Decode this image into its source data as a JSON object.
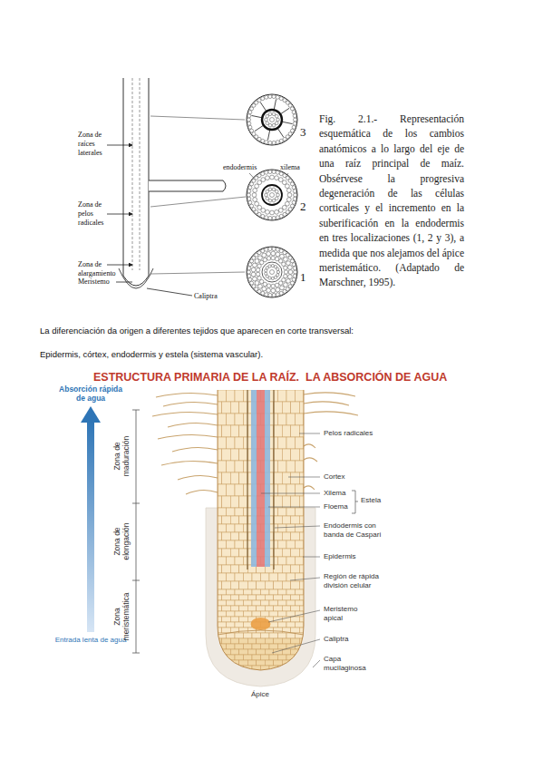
{
  "diagram": {
    "title": "ESTRUCTURA PRIMARIA DE LA RAÍZ.  LA ABSORCIÓN DE AGUA",
    "caption": "Fig. 2.1.- Representación esquemática de los cambios anatómicos a lo largo del eje de una raíz principal de maíz. Obsérvese la progresiva degeneración de las células corticales y el incremento en la suberificación en la endodermis en tres localizaciones (1, 2 y 3), a medida que nos alejamos del ápice meristemático. (Adaptado de Marschner, 1995).",
    "labels": [
      "Zona de raíces laterales",
      "Zona de pelos radicales",
      "Zona de alargamiento",
      "Meristemo",
      "Caliptra",
      "endodermis",
      "xilema",
      "3",
      "2",
      "1",
      "La diferenciación da origen a diferentes tejidos que aparecen en corte transversal:",
      "Epidermis, córtex, endodermis y estela (sistema vascular).",
      "Absorción rápida de agua",
      "Entrada lenta de agua",
      "Zona de maduración",
      "Zona de elongación",
      "Zona meristemática",
      "Pelos radicales",
      "Cortex",
      "Xilema",
      "Floema",
      "Estela",
      "Endodermis con banda de Caspari",
      "Epidermis",
      "Región de rápida división celular",
      "Meristemo apical",
      "Caliptra",
      "Capa mucilaginosa",
      "Ápice"
    ]
  }
}
